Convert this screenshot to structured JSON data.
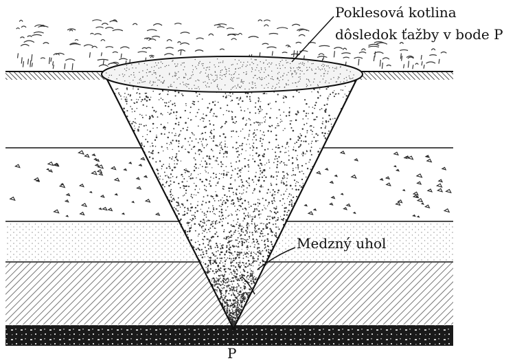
{
  "labels": {
    "basin_line1": "Poklesová kotlina",
    "basin_line2": "dôsledok ťažby v bode P",
    "limit_angle": "Medzný uhol",
    "point": "P"
  },
  "colors": {
    "ink": "#111111",
    "paper": "#ffffff",
    "hatch": "#555555",
    "seam": "#1a1a1a"
  }
}
